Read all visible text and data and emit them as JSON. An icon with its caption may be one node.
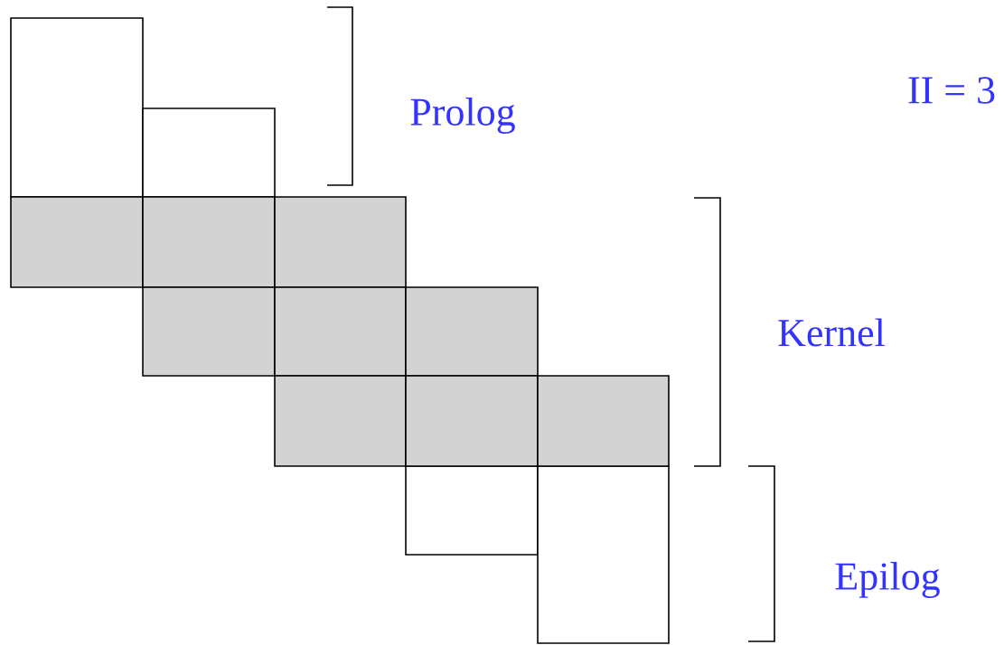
{
  "diagram": {
    "labels": [
      "Prolog",
      "II = 3",
      "Kernel",
      "Epilog"
    ]
  }
}
